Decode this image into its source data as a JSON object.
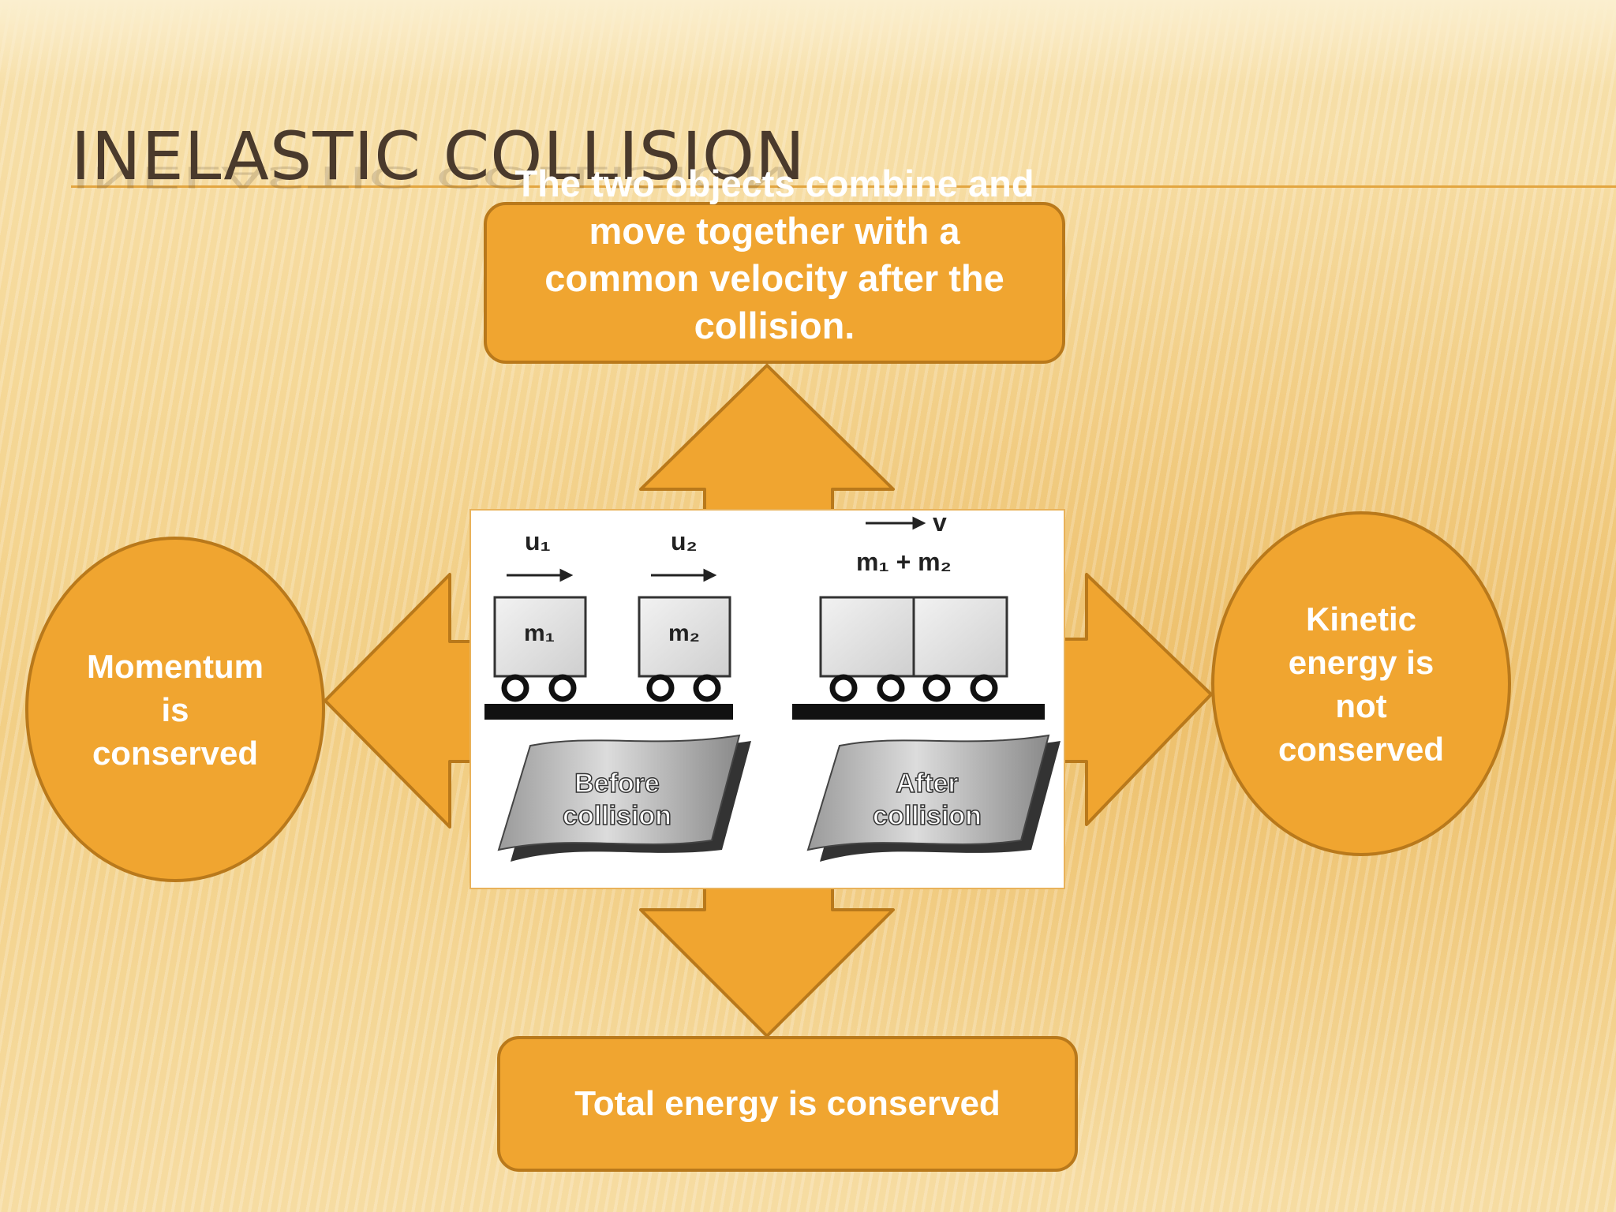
{
  "slide": {
    "title": "INELASTIC COLLISION"
  },
  "nodes": {
    "top": "The two objects combine and move together with a common velocity after the collision.",
    "left": "Momentum is conserved",
    "right": "Kinetic energy is not conserved",
    "bottom": "Total energy is conserved"
  },
  "figure": {
    "u1": "u₁",
    "u2": "u₂",
    "v": "v",
    "m1": "m₁",
    "m2": "m₂",
    "combined": "m₁ + m₂",
    "before_line1": "Before",
    "before_line2": "collision",
    "after_line1": "After",
    "after_line2": "collision"
  },
  "colors": {
    "node_fill": "#f0a530",
    "node_border": "#b9791b",
    "title": "#4a3a2c",
    "accent_rule": "#e3a641"
  }
}
